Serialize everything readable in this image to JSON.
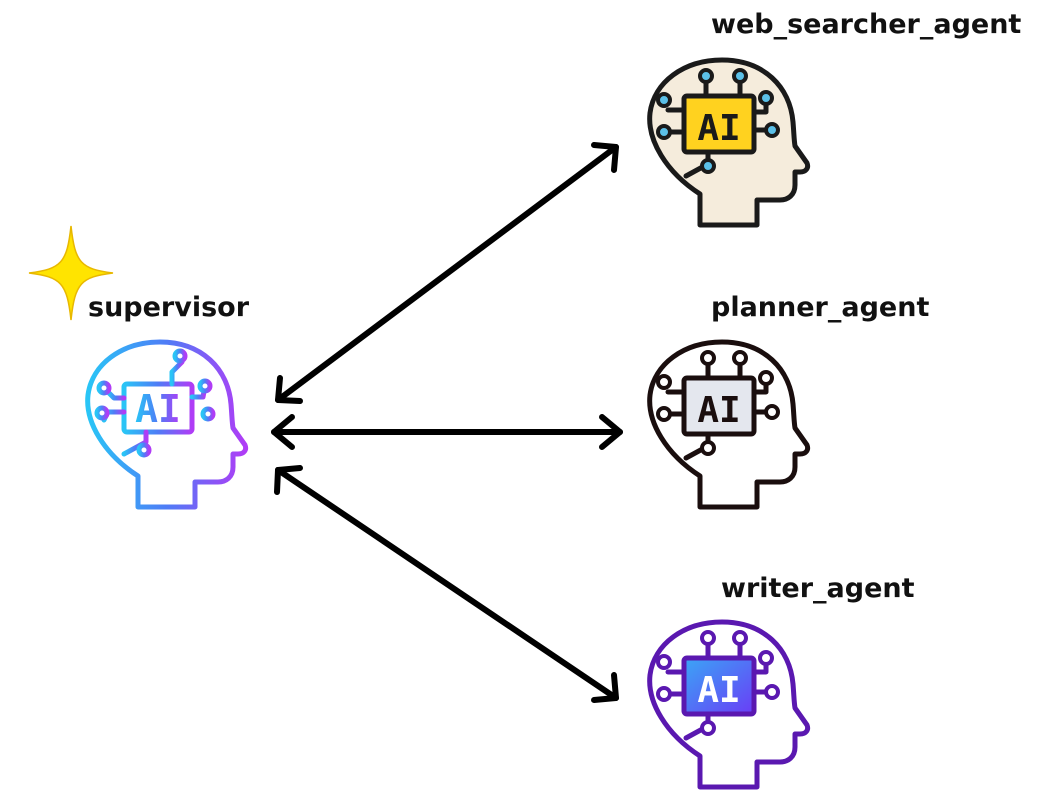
{
  "diagram": {
    "nodes": [
      {
        "id": "supervisor",
        "label": "supervisor",
        "chip_text": "AI",
        "style": "gradient",
        "colors": [
          "#29c5f6",
          "#4f7cf6",
          "#b03cf6"
        ],
        "badge": "sparkle-star"
      },
      {
        "id": "web_searcher_agent",
        "label": "web_searcher_agent",
        "chip_text": "AI",
        "style": "filled",
        "colors": [
          "#1a1a1a",
          "#f5ecdc",
          "#ffd21f"
        ]
      },
      {
        "id": "planner_agent",
        "label": "planner_agent",
        "chip_text": "AI",
        "style": "filled",
        "colors": [
          "#1a0e0e",
          "#ffffff",
          "#e4e7ee"
        ]
      },
      {
        "id": "writer_agent",
        "label": "writer_agent",
        "chip_text": "AI",
        "style": "filled",
        "colors": [
          "#5a18b0",
          "#ffffff",
          "#4a5cf6"
        ]
      }
    ],
    "edges": [
      {
        "from": "supervisor",
        "to": "web_searcher_agent",
        "bidirectional": true
      },
      {
        "from": "supervisor",
        "to": "planner_agent",
        "bidirectional": true
      },
      {
        "from": "supervisor",
        "to": "writer_agent",
        "bidirectional": true
      }
    ],
    "sparkle_color": "#ffe400"
  }
}
